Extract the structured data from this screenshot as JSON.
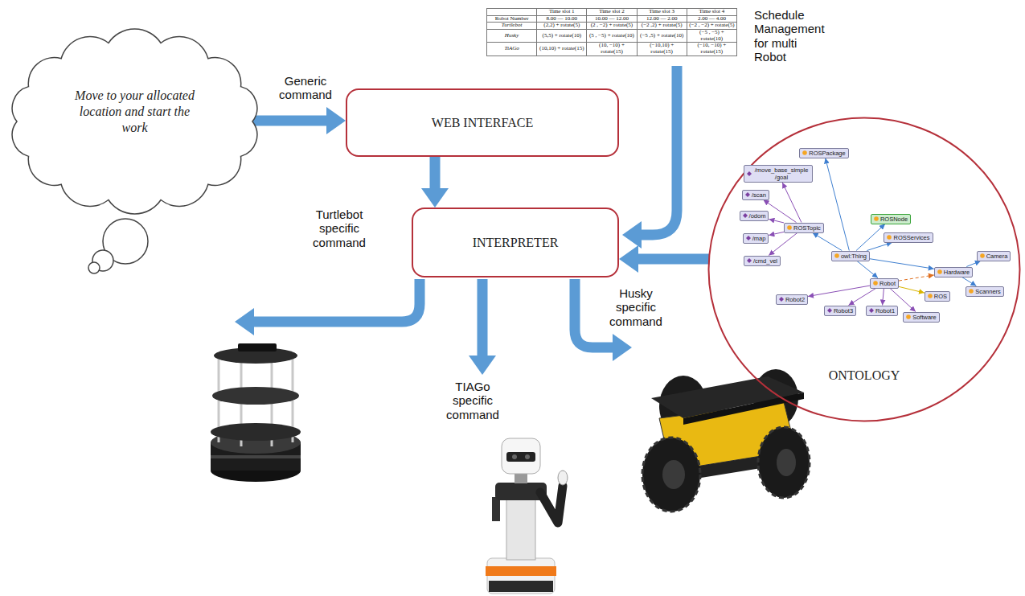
{
  "diagram": {
    "nodes": [
      {
        "text": [
          "Move to your allocated location and start the work"
        ]
      },
      {
        "text": [
          "WEB INTERFACE"
        ]
      },
      {
        "text": [
          "INTERPRETER"
        ]
      },
      {
        "text": [
          "ONTOLOGY"
        ]
      },
      {
        "text": [
          "ROSPackage"
        ],
        "in": 3
      },
      {
        "text": [
          "/move_base_simple /goal"
        ],
        "in": 3
      },
      {
        "text": [
          "/scan"
        ],
        "in": 3
      },
      {
        "text": [
          "/odom"
        ],
        "in": 3
      },
      {
        "text": [
          "ROSTopic"
        ],
        "in": 3
      },
      {
        "text": [
          "ROSNode"
        ],
        "in": 3
      },
      {
        "text": [
          "ROSServices"
        ],
        "in": 3
      },
      {
        "text": [
          "/map"
        ],
        "in": 3
      },
      {
        "text": [
          "owl:Thing"
        ],
        "in": 3
      },
      {
        "text": [
          "/cmd_vel"
        ],
        "in": 3
      },
      {
        "text": [
          "Camera"
        ],
        "in": 3
      },
      {
        "text": [
          "Hardware"
        ],
        "in": 3
      },
      {
        "text": [
          "Robot"
        ],
        "in": 3
      },
      {
        "text": [
          "Scanners"
        ],
        "in": 3
      },
      {
        "text": [
          "ROS"
        ],
        "in": 3
      },
      {
        "text": [
          "Robot2"
        ],
        "in": 3
      },
      {
        "text": [
          "Robot3"
        ],
        "in": 3
      },
      {
        "text": [
          "Robot1"
        ],
        "in": 3
      },
      {
        "text": [
          "Software"
        ],
        "in": 3
      }
    ],
    "edges": [
      {
        "from": 0,
        "to": 1,
        "arrow": "to",
        "label": "Generic command"
      },
      {
        "from": 1,
        "to": 2,
        "arrow": "to"
      },
      {
        "from": 3,
        "to": 2,
        "arrow": "to"
      },
      {
        "from": 12,
        "to": 4,
        "arrow": "to"
      },
      {
        "from": 12,
        "to": 8,
        "arrow": "to"
      },
      {
        "from": 12,
        "to": 9,
        "arrow": "to"
      },
      {
        "from": 12,
        "to": 10,
        "arrow": "to"
      },
      {
        "from": 12,
        "to": 15,
        "arrow": "to"
      },
      {
        "from": 12,
        "to": 16,
        "arrow": "to"
      },
      {
        "from": 15,
        "to": 14,
        "arrow": "to"
      },
      {
        "from": 15,
        "to": 17,
        "arrow": "to"
      },
      {
        "from": 8,
        "to": 5,
        "arrow": "to"
      },
      {
        "from": 8,
        "to": 6,
        "arrow": "to"
      },
      {
        "from": 8,
        "to": 7,
        "arrow": "to"
      },
      {
        "from": 8,
        "to": 11,
        "arrow": "to"
      },
      {
        "from": 8,
        "to": 13,
        "arrow": "to"
      },
      {
        "from": 16,
        "to": 19,
        "arrow": "to"
      },
      {
        "from": 16,
        "to": 20,
        "arrow": "to"
      },
      {
        "from": 16,
        "to": 21,
        "arrow": "to"
      },
      {
        "from": 16,
        "to": 18,
        "arrow": "to"
      },
      {
        "from": 16,
        "to": 22,
        "arrow": "to"
      },
      {
        "from": 16,
        "to": 15,
        "arrow": "to"
      }
    ],
    "labels": [
      "Time slot 1",
      "Time slot 2",
      "Time slot 3",
      "Time slot 4",
      "Robot Number",
      "8.00 — 10.00",
      "10.00 — 12.00",
      "12.00 — 2.00",
      "2.00 — 4.00",
      "Turtlebot",
      "(2,2) + rotate(5)",
      "(2 , −2) + rotate(5)",
      "(−2 ,2) + rotate(5)",
      "(−2 , −2) + rotate(5)",
      "Husky",
      "(5,5) + rotate(10)",
      "(5 , −5) + rotate(10)",
      "(−5 ,5) + rotate(10)",
      "(−5 , −5) + rotate(10)",
      "TiAGo",
      "(10,10) + rotate(15)",
      "(10, −10) + rotate(15)",
      "(−10,10) + rotate(15)",
      "(−10, −10) + rotate(15)",
      "Schedule Management for multi Robot",
      "Turtlebot specific command",
      "TIAGo specific command",
      "Husky specific command"
    ]
  }
}
